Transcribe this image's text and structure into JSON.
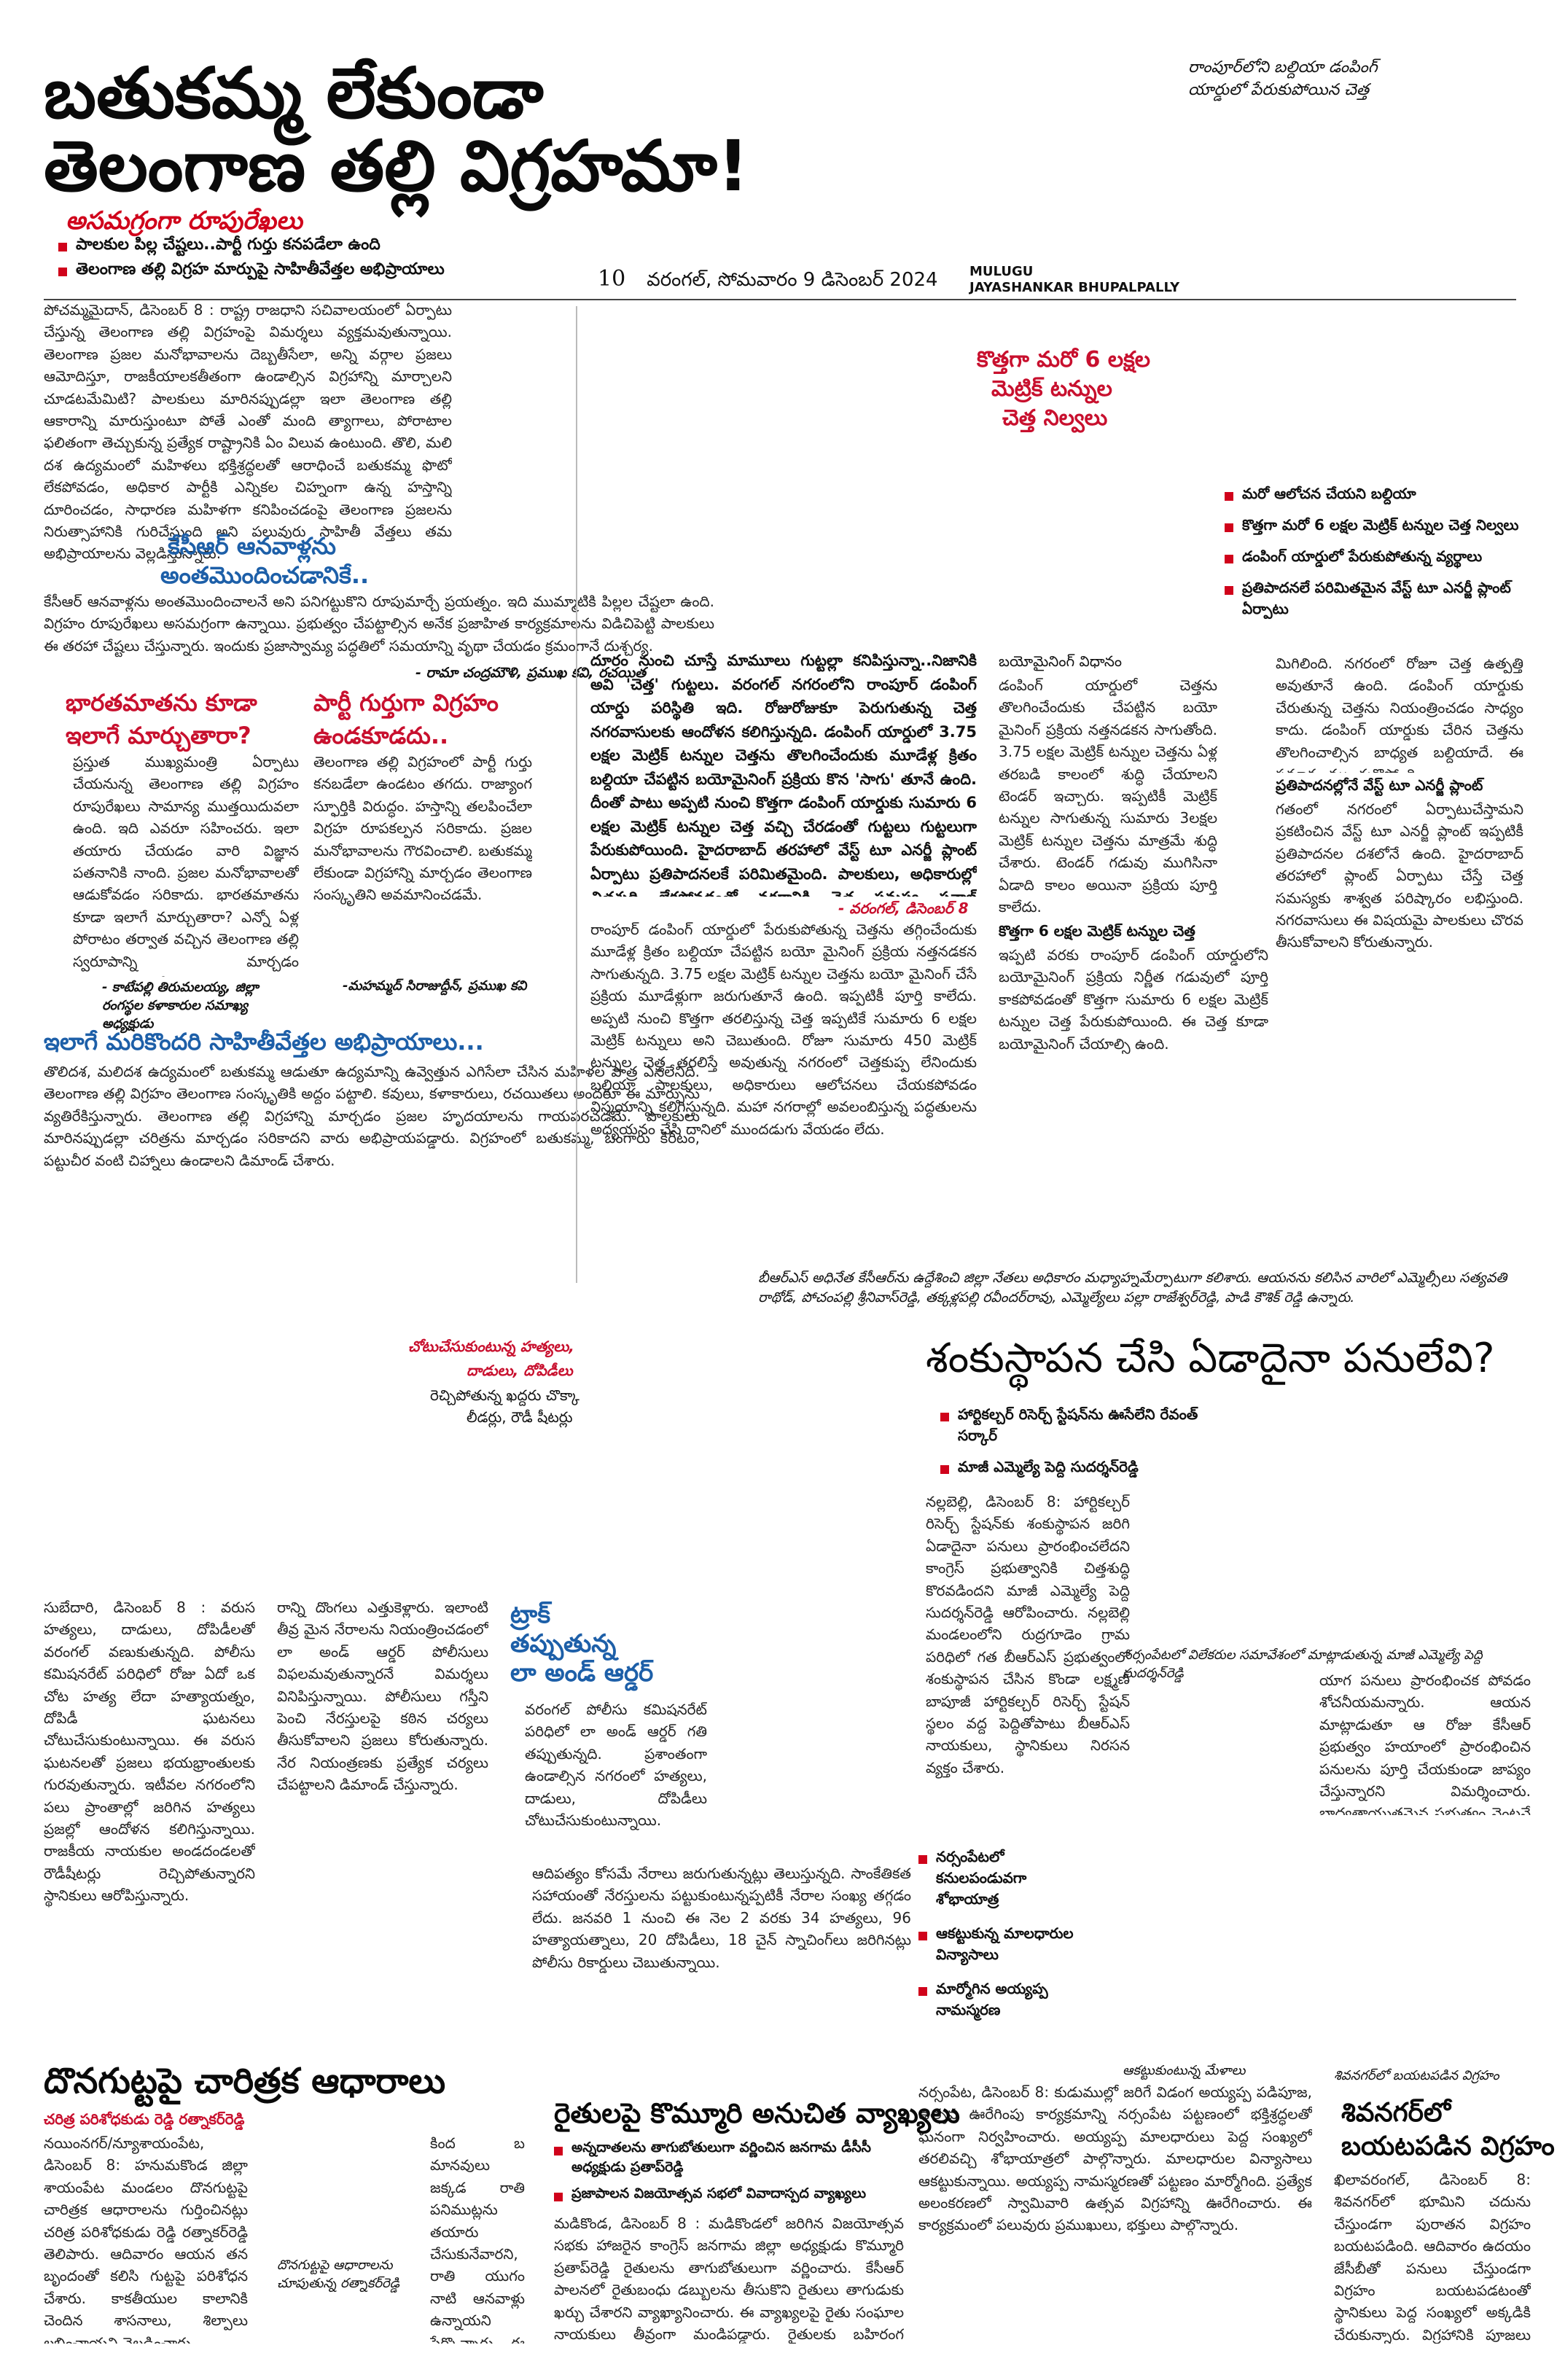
{
  "top_right_caption": "రాంపూర్‌లోని బల్దియా డంపింగ్ యార్డులో పేరుకుపోయిన చెత్త",
  "header": {
    "page_no": "10",
    "dateline": "వరంగల్, సోమవారం 9 డిసెంబర్ 2024",
    "district_1": "MULUGU",
    "district_2": "JAYASHANKAR BHUPALPALLY"
  },
  "main_story": {
    "headline_line1": "బతుకమ్మ లేకుండా",
    "headline_line2": "తెలంగాణ తల్లి విగ్రహమా!",
    "kicker": "అసమగ్రంగా రూపురేఖలు",
    "bullets": [
      "పాలకుల పిల్ల చేష్టలు..పార్టీ గుర్తు కనపడేలా ఉంది",
      "తెలంగాణ తల్లి విగ్రహ మార్పుపై సాహితీవేత్తల అభిప్రాయాలు"
    ],
    "body": "పోచమ్మమైదాన్, డిసెంబర్ 8 : రాష్ట్ర రాజధాని సచివాలయంలో ఏర్పాటు చేస్తున్న తెలంగాణ తల్లి విగ్రహంపై విమర్శలు వ్యక్తమవుతున్నాయి. తెలంగాణ ప్రజల మనోభావాలను దెబ్బతీసేలా, అన్ని వర్గాల ప్రజలు ఆమోదిస్తూ, రాజకీయాలకతీతంగా ఉండాల్సిన విగ్రహాన్ని మార్చాలని చూడటమేమిటి? పాలకులు మారినప్పుడల్లా ఇలా తెలంగాణ తల్లి ఆకారాన్ని మారుస్తుంటూ పోతే ఎంతో మంది త్యాగాలు, పోరాటాల ఫలితంగా తెచ్చుకున్న ప్రత్యేక రాష్ట్రానికి ఏం విలువ ఉంటుంది. తొలి, మలి దశ ఉద్యమంలో మహిళలు భక్తిశ్రద్ధలతో ఆరాధించే బతుకమ్మ ఫొటో లేకపోవడం, అధికార పార్టీకి ఎన్నికల చిహ్నంగా ఉన్న హస్తాన్ని దూరించడం, సాధారణ మహిళగా కనిపించడంపై తెలంగాణ ప్రజలను నిరుత్సాహానికి గురిచేస్తుంది అని పలువురు సాహితీ వేత్తలు తమ అభిప్రాయాలను వెల్లడిస్తున్నారు.",
    "sub1": "కేసీఆర్ ఆనవాళ్లను",
    "sub1b": "అంతమొందించడానికే..",
    "sub1_body": "కేసీఆర్ ఆనవాళ్లను అంతమొందించాలనే అని పనిగట్టుకొని రూపుమార్చే ప్రయత్నం. ఇది ముమ్మాటికి పిల్లల చేష్టలా ఉంది. విగ్రహం రూపురేఖలు అసమగ్రంగా ఉన్నాయి. ప్రభుత్వం చేపట్టాల్సిన అనేక ప్రజాహిత కార్యక్రమాలను విడిచిపెట్టి పాలకులు ఈ తరహా చేష్టలు చేస్తున్నారు. ఇందుకు ప్రజాస్వామ్య పద్ధతిలో సమయాన్ని వృథా చేయడం క్రమంగానే దుశ్చర్య.",
    "sub1_sig": "- రామా చంద్రమౌళి, ప్రముఖ కవి, రచయిత",
    "sub2": "భారతమాతను కూడా",
    "sub2b": "ఇలాగే మార్చుతారా?",
    "sub2_body": "ప్రస్తుత ముఖ్యమంత్రి ఏర్పాటు చేయనున్న తెలంగాణ తల్లి విగ్రహం రూపురేఖలు సామాన్య ముత్తయిదువలా ఉంది. ఇది ఎవరూ సహించరు. ఇలా తయారు చేయడం వారి విజ్ఞాన పతనానికి నాంది. ప్రజల మనోభావాలతో ఆడుకోవడం సరికాదు. భారతమాతను కూడా ఇలాగే మార్చుతారా? ఎన్నో ఏళ్ల పోరాటం తర్వాత వచ్చిన తెలంగాణ తల్లి స్వరూపాన్ని మార్చడం అగౌరవపరచడమే.",
    "sub2_sig": "- కాటేపల్లి తిరుమలయ్య, జిల్లా రంగస్థల కళాకారుల సమాఖ్య అధ్యక్షుడు",
    "sub3": "పార్టీ గుర్తుగా విగ్రహం",
    "sub3b": "ఉండకూడదు..",
    "sub3_body": "తెలంగాణ తల్లి విగ్రహంలో పార్టీ గుర్తు కనబడేలా ఉండటం తగదు. రాజ్యాంగ స్ఫూర్తికి విరుద్ధం. హస్తాన్ని తలపించేలా విగ్రహ రూపకల్పన సరికాదు. ప్రజల మనోభావాలను గౌరవించాలి. బతుకమ్మ లేకుండా విగ్రహాన్ని మార్చడం తెలంగాణ సంస్కృతిని అవమానించడమే.",
    "sub3_sig": "-మహమ్మద్ సిరాజుద్దీన్, ప్రముఖ కవి",
    "sub4": "ఇలాగే మరికొందరి సాహితీవేత్తల అభిప్రాయాలు...",
    "sub4_body": "తొలిదశ, మలిదశ ఉద్యమంలో బతుకమ్మ ఆడుతూ ఉద్యమాన్ని ఉవ్వెత్తున ఎగిసేలా చేసిన మహిళల పాత్ర ఎనలేనిది. తెలంగాణ తల్లి విగ్రహం తెలంగాణ సంస్కృతికి అద్దం పట్టాలి. కవులు, కళాకారులు, రచయితలు అందరూ ఈ మార్పును వ్యతిరేకిస్తున్నారు. తెలంగాణ తల్లి విగ్రహాన్ని మార్చడం ప్రజల హృదయాలను గాయపరచడమే. పాలకులు మారినప్పుడల్లా చరిత్రను మార్చడం సరికాదని వారు అభిప్రాయపడ్డారు. విగ్రహంలో బతుకమ్మ, బంగారు కిరీటం, పట్టుచీర వంటి చిహ్నాలు ఉండాలని డిమాండ్ చేశారు."
  },
  "waste_story": {
    "headline_1": "కొత్తగా మరో 6 లక్షల",
    "headline_2": "మెట్రిక్ టన్నుల",
    "headline_3": "చెత్త నిల్వలు",
    "bullets": [
      "మరో ఆలోచన చేయని బల్దియా",
      "కొత్తగా మరో 6 లక్షల మెట్రిక్ టన్నుల చెత్త నిల్వలు",
      "డంపింగ్ యార్డులో పేరుకుపోతున్న వ్యర్థాలు",
      "ప్రతిపాదనలే పరిమితమైన వేస్ట్ టూ ఎనర్జీ ప్లాంట్ ఏర్పాటు"
    ],
    "lead": "దూరం నుంచి చూస్తే మామూలు గుట్టల్లా కనిపిస్తున్నా..నిజానికి అవి 'చెత్త' గుట్టలు. వరంగల్ నగరంలోని రాంపూర్ డంపింగ్ యార్డు పరిస్థితి ఇది. రోజురోజుకూ పెరుగుతున్న చెత్త నగరవాసులకు ఆందోళన కలిగిస్తున్నది. డంపింగ్ యార్డులో 3.75 లక్షల మెట్రిక్ టన్నుల చెత్తను తొలగించేందుకు మూడేళ్ల క్రితం బల్దియా చేపట్టిన బయోమైనింగ్ ప్రక్రియ కొన 'సాగు' తూనే ఉంది. దీంతో పాటు అప్పటి నుంచి కొత్తగా డంపింగ్ యార్డుకు సుమారు 6 లక్షల మెట్రిక్ టన్నుల చెత్త వచ్చి చేరడంతో గుట్టలు గుట్టలుగా పేరుకుపోయింది. హైదరాబాద్ తరహాలో వేస్ట్ టూ ఎనర్జీ ప్లాంట్ ఏర్పాటు ప్రతిపాదనలకే పరిమితమైంది. పాలకులు, అధికారుల్లో చిత్తశుద్ధి లేకపోవడంతో నగరానికి చెత్త సమస్య సవాల్ విసురుతున్నది.",
    "lead_sig": "- వరంగల్, డిసెంబర్ 8",
    "col1": "రాంపూర్ డంపింగ్ యార్డులో పేరుకుపోతున్న చెత్తను తగ్గించేందుకు మూడేళ్ల క్రితం బల్దియా చేపట్టిన బయో మైనింగ్ ప్రక్రియ నత్తనడకన సాగుతున్నది. 3.75 లక్షల మెట్రిక్ టన్నుల చెత్తను బయో మైనింగ్ చేసే ప్రక్రియ మూడేళ్లుగా జరుగుతూనే ఉంది. ఇప్పటికీ పూర్తి కాలేదు. అప్పటి నుంచి కొత్తగా తరలిస్తున్న చెత్త ఇప్పటికే సుమారు 6 లక్షల మెట్రిక్ టన్నులు అని చెబుతుంది. రోజూ సుమారు 450 మెట్రిక్ టన్నుల చెత్త తరలిస్తే అవుతున్న నగరంలో చెత్తకుప్ప లేనిందుకు బల్దియా పాలకులు, అధికారులు ఆలోచనలు చేయకపోవడం విస్మయాన్ని కలిగిస్తున్నది. మహా నగరాల్లో అవలంబిస్తున్న పద్ధతులను అధ్యయనం చేసి దానిలో ముందడుగు వేయడం లేదు.",
    "col2_h": "బయోమైనింగ్ విధానం",
    "col2": "డంపింగ్ యార్డులో చెత్తను తొలగించేందుకు చేపట్టిన బయో మైనింగ్ ప్రక్రియ నత్తనడకన సాగుతోంది. 3.75 లక్షల మెట్రిక్ టన్నుల చెత్తను ఏళ్ల తరబడి కాలంలో శుద్ధి చేయాలని టెండర్ ఇచ్చారు. ఇప్పటికీ మెట్రిక్ టన్నుల సాగుతున్న సుమారు 3లక్షల మెట్రిక్ టన్నుల చెత్తను మాత్రమే శుద్ధి చేశారు. టెండర్ గడువు ముగిసినా ఏడాది కాలం అయినా ప్రక్రియ పూర్తి కాలేదు.",
    "col2_h2": "కొత్తగా 6 లక్షల మెట్రిక్ టన్నుల చెత్త",
    "col2b": "ఇప్పటి వరకు రాంపూర్ డంపింగ్ యార్డులోని బయోమైనింగ్ ప్రక్రియ నిర్ణీత గడువులో పూర్తి కాకపోవడంతో కొత్తగా సుమారు 6 లక్షల మెట్రిక్ టన్నుల చెత్త పేరుకుపోయింది. ఈ చెత్త కూడా బయోమైనింగ్ చేయాల్సి ఉంది.",
    "col3": "మిగిలింది. నగరంలో రోజూ చెత్త ఉత్పత్తి అవుతూనే ఉంది. డంపింగ్ యార్డుకు చేరుతున్న చెత్తను నియంత్రించడం సాధ్యం కాదు. డంపింగ్ యార్డుకు చేరిన చెత్తను తొలగించాల్సిన బాధ్యత బల్దియాదే. ఈ ప్రమాదం ముంచుకొస్తోంది.",
    "col3_h": "ప్రతిపాదనల్లోనే వేస్ట్ టూ ఎనర్జీ ప్లాంట్",
    "col3b": "గతంలో నగరంలో ఏర్పాటుచేస్తామని ప్రకటించిన వేస్ట్ టూ ఎనర్జీ ప్లాంట్ ఇప్పటికీ ప్రతిపాదనల దశలోనే ఉంది. హైదరాబాద్ తరహాలో ప్లాంట్ ఏర్పాటు చేస్తే చెత్త సమస్యకు శాశ్వత పరిష్కారం లభిస్తుంది. నగరవాసులు ఈ విషయమై పాలకులు చొరవ తీసుకోవాలని కోరుతున్నారు."
  },
  "photo_caption": "బీఆర్ఎస్ అధినేత కేసీఆర్‌ను ఉద్దేశించి జిల్లా నేతలు అధికారం మధ్యాహ్నమేర్పాటుగా కలిశారు. ఆయనను కలిసిన వారిలో ఎమ్మెల్సీలు సత్యవతి రాథోడ్, పోచంపల్లి శ్రీనివాస్‌రెడ్డి, తక్కళ్లపల్లి రవీందర్‌రావు, ఎమ్మెల్యేలు పల్లా రాజేశ్వర్‌రెడ్డి, పాడి కౌశిక్ రెడ్డి ఉన్నారు.",
  "shankusthapana": {
    "headline": "శంకుస్థాపన చేసి ఏడాదైనా పనులేవి?",
    "bullets": [
      "హార్టికల్చర్ రిసెర్చ్ స్టేషన్‌ను ఊసేలేని రేవంత్ సర్కార్",
      "మాజీ ఎమ్మెల్యే పెద్ది సుదర్శన్‌రెడ్డి"
    ],
    "caption": "నర్సంపేటలో విలేకరుల సమావేశంలో మాట్లాడుతున్న మాజీ ఎమ్మెల్యే పెద్ది సుదర్శన్‌రెడ్డి",
    "body_left": "నల్లబెల్లి, డిసెంబర్ 8: హార్టికల్చర్ రిసెర్చ్ స్టేషన్‌కు శంకుస్థాపన జరిగి ఏడాదైనా పనులు ప్రారంభించలేదని కాంగ్రెస్ ప్రభుత్వానికి చిత్తశుద్ధి కొరవడిందని మాజీ ఎమ్మెల్యే పెద్ది సుదర్శన్‌రెడ్డి ఆరోపించారు. నల్లబెల్లి మండలంలోని రుద్రగూడెం గ్రామ పరిధిలో గత బీఆర్ఎస్ ప్రభుత్వంలో శంకుస్థాపన చేసిన కొండా లక్ష్మణ్ బాపూజీ హార్టికల్చర్ రిసెర్చ్ స్టేషన్ స్థలం వద్ద పెద్దితోపాటు బీఆర్ఎస్ నాయకులు, స్థానికులు నిరసన వ్యక్తం చేశారు.",
    "body_right": "యాగ పనులు ప్రారంభించక పోవడం శోచనీయమన్నారు. ఆయన మాట్లాడుతూ ఆ రోజు కేసీఆర్ ప్రభుత్వం హయాంలో ప్రారంభించిన పనులను పూర్తి చేయకుండా జాప్యం చేస్తున్నారని విమర్శించారు. బాధ్యతాయుతమైన ప్రభుత్వం వెంటనే పనులు ప్రారంభించాలని డిమాండ్ చేశారు. కార్యక్రమంలో బీఆర్ఎస్ మండల పార్టీ అధ్యక్షుడు, నాయకులు, కార్యకర్తలు పాల్గొన్నారు."
  },
  "law_order": {
    "headline_1": "ట్రాక్",
    "headline_2": "తప్పుతున్న",
    "headline_3": "లా అండ్ ఆర్డర్",
    "sub_1": "చోటుచేసుకుంటున్న హత్యలు,",
    "sub_2": "దాడులు, దోపిడీలు",
    "sub_3": "రెచ్చిపోతున్న ఖద్దరు చొక్కా",
    "sub_4": "లీడర్లు, రౌడీ షీటర్లు",
    "intro": "వరంగల్ పోలీసు కమిషనరేట్ పరిధిలో లా అండ్ ఆర్డర్ గతి తప్పుతున్నది. ప్రశాంతంగా ఉండాల్సిన నగరంలో హత్యలు, దాడులు, దోపిడీలు చోటుచేసుకుంటున్నాయి.",
    "col1": "సుబేదారి, డిసెంబర్ 8 : వరుస హత్యలు, దాడులు, దోపిడీలతో వరంగల్ వణుకుతున్నది. పోలీసు కమిషనరేట్ పరిధిలో రోజు ఏదో ఒక చోట హత్య లేదా హత్యాయత్నం, దోపిడీ ఘటనలు చోటుచేసుకుంటున్నాయి. ఈ వరుస ఘటనలతో ప్రజలు భయభ్రాంతులకు గురవుతున్నారు. ఇటీవల నగరంలోని పలు ప్రాంతాల్లో జరిగిన హత్యలు ప్రజల్లో ఆందోళన కలిగిస్తున్నాయి. రాజకీయ నాయకుల అండదండలతో రౌడీషీటర్లు రెచ్చిపోతున్నారని స్థానికులు ఆరోపిస్తున్నారు.",
    "col2": "రాన్ని దొంగలు ఎత్తుకెళ్లారు. ఇలాంటి తీవ్ర మైన నేరాలను నియంత్రించడంలో లా అండ్ ఆర్డర్ పోలీసులు విఫలమవుతున్నారనే విమర్శలు వినిపిస్తున్నాయి. పోలీసులు గస్తీని పెంచి నేరస్తులపై కఠిన చర్యలు తీసుకోవాలని ప్రజలు కోరుతున్నారు. నేర నియంత్రణకు ప్రత్యేక చర్యలు చేపట్టాలని డిమాండ్ చేస్తున్నారు.",
    "col3": "ఆదిపత్యం కోసమే నేరాలు జరుగుతున్నట్లు తెలుస్తున్నది. సాంకేతికత సహాయంతో నేరస్తులను పట్టుకుంటున్నప్పటికీ నేరాల సంఖ్య తగ్గడం లేదు. జనవరి 1 నుంచి ఈ నెల 2 వరకు 34 హత్యలు, 96 హత్యాయత్నాలు, 20 దోపిడీలు, 18 చైన్ స్నాచింగ్‌లు జరిగినట్లు పోలీసు రికార్డులు చెబుతున్నాయి."
  },
  "narsampet": {
    "bullets": [
      "నర్సంపేటలో కనులపండువగా శోభాయాత్ర",
      "ఆకట్టుకున్న మాలధారుల విన్యాసాలు",
      "మార్మోగిన అయ్యప్ప నామస్మరణ"
    ],
    "caption": "ఆకట్టుకుంటున్న మేళాలు",
    "body": "నర్సంపేట, డిసెంబర్ 8: కుడుముల్లో జరిగే విడంగ అయ్యప్ప పడిపూజ, ఉత్సవ ఊరేగింపు కార్యక్రమాన్ని నర్సంపేట పట్టణంలో భక్తిశ్రద్ధలతో ఘనంగా నిర్వహించారు. అయ్యప్ప మాలధారులు పెద్ద సంఖ్యలో తరలివచ్చి శోభాయాత్రలో పాల్గొన్నారు. మాలధారుల విన్యాసాలు ఆకట్టుకున్నాయి. అయ్యప్ప నామస్మరణతో పట్టణం మార్మోగింది. ప్రత్యేక అలంకరణలో స్వామివారి ఉత్సవ విగ్రహాన్ని ఊరేగించారు. ఈ కార్యక్రమంలో పలువురు ప్రముఖులు, భక్తులు పాల్గొన్నారు."
  },
  "donagutta": {
    "headline": "దొనగుట్టపై చారిత్రక ఆధారాలు",
    "byline": "చరిత్ర పరిశోధకుడు రెడ్డి రత్నాకర్‌రెడ్డి",
    "caption": "దొనగుట్టపై ఆధారాలను చూపుతున్న రత్నాకర్‌రెడ్డి",
    "body_left": "నయింనగర్/న్యూశాయంపేట, డిసెంబర్ 8: హనుమకొండ జిల్లా శాయంపేట మండలం దొనగుట్టపై చారిత్రక ఆధారాలను గుర్తించినట్లు చరిత్ర పరిశోధకుడు రెడ్డి రత్నాకర్‌రెడ్డి తెలిపారు. ఆదివారం ఆయన తన బృందంతో కలిసి గుట్టపై పరిశోధన చేశారు. కాకతీయుల కాలానికి చెందిన శాసనాలు, శిల్పాలు లభించాయని వెల్లడించారు.",
    "body_right": "కింద బ మానవులు జక్కడ రాతి పనిముట్లను తయారు చేసుకునేవారని, రాతి యుగం నాటి ఆనవాళ్లు ఉన్నాయని పేర్కొన్నారు. ఈ ప్రాంతాన్ని పర్యాటక కేంద్రంగా అభివృద్ధి చేయాలని కోరారు. పురావస్తుశాఖ అధికారులు గుట్టను సందర్శించి సంరక్షణ చర్యలు చేపట్టాలన్నారు."
  },
  "komuri": {
    "headline": "రైతులపై కొమ్మూరి అనుచిత వ్యాఖ్యలు",
    "bullets": [
      "అన్నదాతలను తాగుబోతులుగా వర్ణించిన జనగామ డీసీసీ అధ్యక్షుడు ప్రతాప్‌రెడ్డి",
      "ప్రజాపాలన విజయోత్సవ సభలో వివాదాస్పద వ్యాఖ్యలు"
    ],
    "body": "మడికొండ, డిసెంబర్ 8 : మడికొండలో జరిగిన విజయోత్సవ సభకు హాజరైన కాంగ్రెస్ జనగామ జిల్లా అధ్యక్షుడు కొమ్మూరి ప్రతాప్‌రెడ్డి రైతులను తాగుబోతులుగా వర్ణించారు. కేసీఆర్ పాలనలో రైతుబంధు డబ్బులను తీసుకొని రైతులు తాగుడుకు ఖర్చు చేశారని వ్యాఖ్యానించారు. ఈ వ్యాఖ్యలపై రైతు సంఘాల నాయకులు తీవ్రంగా మండిపడ్డారు. రైతులకు బహిరంగ క్షమాపణ చెప్పాలని డిమాండ్ చేశారు."
  },
  "shivanagar": {
    "caption": "శివనగర్‌లో బయటపడిన విగ్రహం",
    "headline_1": "శివనగర్‌లో",
    "headline_2": "బయటపడిన విగ్రహం",
    "body": "ఖిలావరంగల్, డిసెంబర్ 8: శివనగర్‌లో భూమిని చదును చేస్తుండగా పురాతన విగ్రహం బయటపడింది. ఆదివారం ఉదయం జేసీబీతో పనులు చేస్తుండగా విగ్రహం బయటపడటంతో స్థానికులు పెద్ద సంఖ్యలో అక్కడికి చేరుకున్నారు. విగ్రహానికి పూజలు నిర్వహించారు. విగ్రహం కాకతీయుల కాలం నాటిదిగా భావిస్తున్నారు. పురావస్తు శాఖ అధికారులకు సమాచారం అందించారు."
  }
}
